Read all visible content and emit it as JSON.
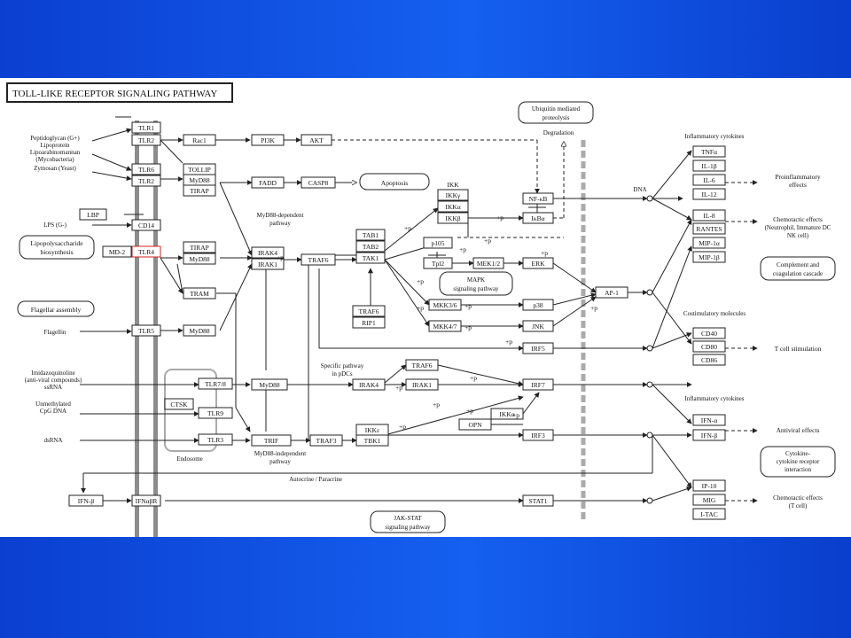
{
  "colors": {
    "background": "#1256e8",
    "panel": "#ffffff",
    "highlight": "#d42020",
    "membrane": "#8c8c8c"
  },
  "title": "TOLL-LIKE RECEPTOR SIGNALING PATHWAY",
  "ligands": {
    "peptidoglycan": "Peptidoglycan (G+)",
    "lipoprotein": "Lipoprotein",
    "lipoarabinomannan": "Lipoarabinomannan",
    "mycobacteria": "(Mycobacteria)",
    "zymosan": "Zymosan (Yeast)",
    "lps": "LPS (G-)",
    "flagellin": "Flagellin",
    "imidazoquinoline": "Imidazoquinoline",
    "antiviral": "(anti-viral compounds)",
    "ssrna": "ssRNA",
    "cpg1": "Unmethylated",
    "cpg2": "CpG DNA",
    "dsrna": "dsRNA"
  },
  "rounded": {
    "lipopolysaccharide1": "Lipopolysaccharide",
    "lipopolysaccharide2": "biosynthesis",
    "flagellar": "Flagellar assembly",
    "apoptosis": "Apoptosis",
    "ubiquitin1": "Ubiquitin mediated",
    "ubiquitin2": "proteolysis",
    "mapk1": "MAPK",
    "mapk2": "signaling pathway",
    "jakstat1": "JAK-STAT",
    "jakstat2": "signaling pathway",
    "complement1": "Complement and",
    "complement2": "coagulation cascade",
    "cytokine1": "Cytokine-",
    "cytokine2": "cytokine receptor",
    "cytokine3": "interaction"
  },
  "nodes": {
    "tlr1": "TLR1",
    "tlr2a": "TLR2",
    "tlr6": "TLR6",
    "tlr2b": "TLR2",
    "lbp": "LBP",
    "cd14": "CD14",
    "md2": "MD-2",
    "tlr4": "TLR4",
    "tlr5": "TLR5",
    "tlr78": "TLR7/8",
    "ctsk": "CTSK",
    "tlr9": "TLR9",
    "tlr3": "TLR3",
    "ifnb_l": "IFN-β",
    "ifnabr": "IFNαβR",
    "rac1": "Rac1",
    "pi3k": "PI3K",
    "akt": "AKT",
    "tollip": "TOLLIP",
    "myd88a": "MyD88",
    "tirapa": "TIRAP",
    "fadd": "FADD",
    "casp8": "CASP8",
    "tirapb": "TIRAP",
    "myd88b": "MyD88",
    "tram": "TRAM",
    "myd88c": "MyD88",
    "irak4": "IRAK4",
    "irak1": "IRAK1",
    "traf6": "TRAF6",
    "tab1": "TAB1",
    "tab2": "TAB2",
    "tak1": "TAK1",
    "ikk": "IKK",
    "ikkg": "IKKγ",
    "ikka": "IKKα",
    "ikkb": "IKKβ",
    "nfkb": "NF-κB",
    "ikba": "IκBα",
    "p105": "p105",
    "tpl2": "Tpl2",
    "mek12": "MEK1/2",
    "erk": "ERK",
    "mkk36": "MKK3/6",
    "p38": "p38",
    "mkk47": "MKK4/7",
    "jnk": "JNK",
    "traf6b": "TRAF6",
    "rip1": "RIP1",
    "ap1": "AP-1",
    "irf5": "IRF5",
    "myd88d": "MyD88",
    "irak4b": "IRAK4",
    "traf6c": "TRAF6",
    "irak1b": "IRAK1",
    "irf7": "IRF7",
    "ikkab": "IKKα",
    "opn": "OPN",
    "trif": "TRIF",
    "traf3": "TRAF3",
    "ikke": "IKKε",
    "tbk1": "TBK1",
    "irf3": "IRF3",
    "stat1": "STAT1",
    "tnfa": "TNFα",
    "il1b": "IL-1β",
    "il6": "IL-6",
    "il12": "IL-12",
    "il8": "IL-8",
    "rantes": "RANTES",
    "mip1a": "MIP-1α",
    "mip1b": "MIP-1β",
    "cd40": "CD40",
    "cd80": "CD80",
    "cd86": "CD86",
    "ifna": "IFN-α",
    "ifnb": "IFN-β",
    "ip10": "IP-10",
    "mig": "MIG",
    "itac": "I-TAC"
  },
  "labels": {
    "degradation": "Degradation",
    "dna": "DNA",
    "myd88_dep1": "MyD88-dependent",
    "myd88_dep2": "pathway",
    "myd88_indep1": "MyD88-independent",
    "myd88_indep2": "pathway",
    "specific1": "Specific pathway",
    "specific2": "in pDCs",
    "endosome": "Endosome",
    "autocrine": "Autocrine / Paracrine",
    "inflam_a": "Inflammatory cytokines",
    "costim": "Costimulatory molecules",
    "inflam_b": "Inflammatory cytokines",
    "proinflam1": "Proinflammatory",
    "proinflam2": "effects",
    "chemo1": "Chemotactic effects",
    "chemo2": "(Neutrophil, Immature DC",
    "chemo3": "NK cell)",
    "tcell": "T cell stimulation",
    "antiviral": "Antiviral effects",
    "chemo4": "Chemotactic effects",
    "chemo5": "(T cell)",
    "plusp": "+p"
  }
}
